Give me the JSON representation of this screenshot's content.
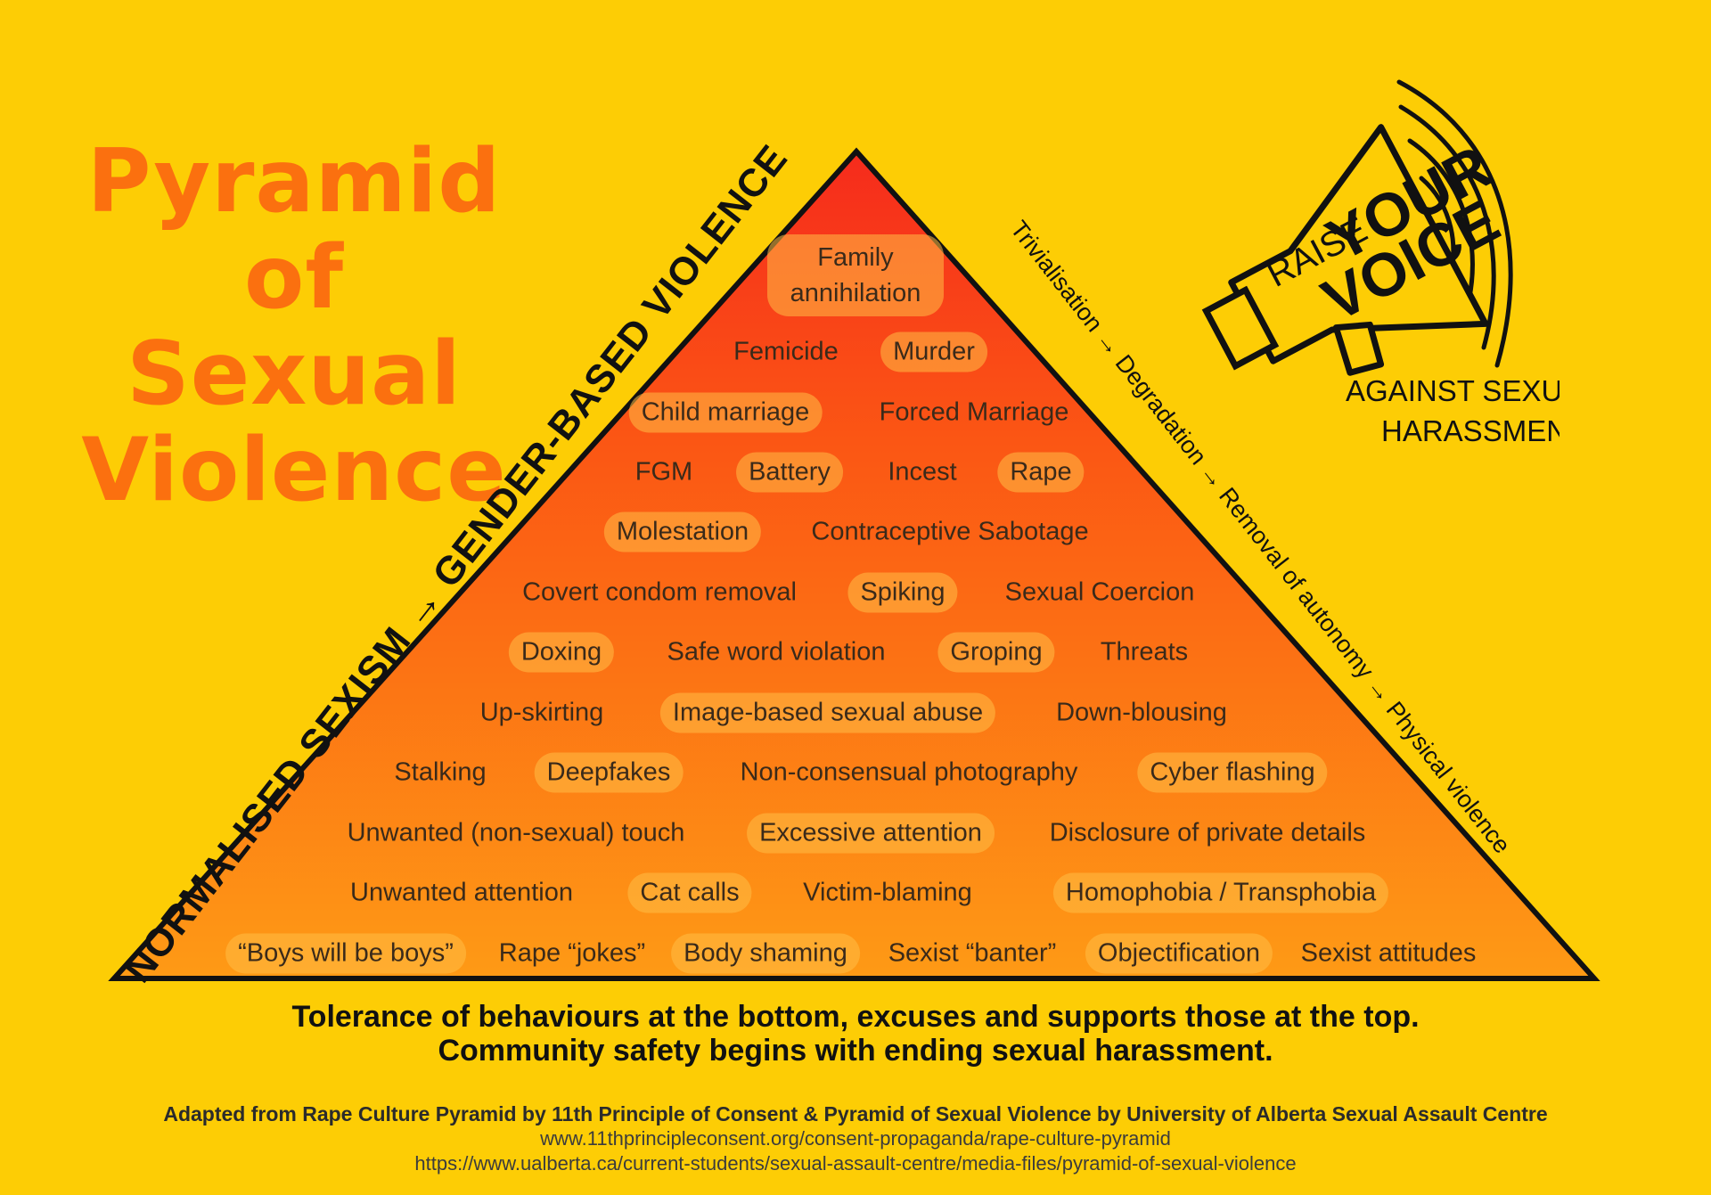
{
  "title": {
    "line1": "Pyramid",
    "line2": "of Sexual",
    "line3": "Violence"
  },
  "left_side_label": "NORMALISED SEXISM → GENDER-BASED VIOLENCE",
  "right_side_label": "Trivialisation → Degradation → Removal of autonomy → Physical violence",
  "pyramid_rows": [
    {
      "row": 1,
      "items": [
        {
          "text": "Family annihilation",
          "highlight": true
        }
      ]
    },
    {
      "row": 2,
      "items": [
        {
          "text": "Femicide",
          "highlight": false
        },
        {
          "text": "Murder",
          "highlight": true
        }
      ]
    },
    {
      "row": 3,
      "items": [
        {
          "text": "Child marriage",
          "highlight": true
        },
        {
          "text": "Forced Marriage",
          "highlight": false
        }
      ]
    },
    {
      "row": 4,
      "items": [
        {
          "text": "FGM",
          "highlight": false
        },
        {
          "text": "Battery",
          "highlight": true
        },
        {
          "text": "Incest",
          "highlight": false
        },
        {
          "text": "Rape",
          "highlight": true
        }
      ]
    },
    {
      "row": 5,
      "items": [
        {
          "text": "Molestation",
          "highlight": true
        },
        {
          "text": "Contraceptive Sabotage",
          "highlight": false
        }
      ]
    },
    {
      "row": 6,
      "items": [
        {
          "text": "Covert condom removal",
          "highlight": false
        },
        {
          "text": "Spiking",
          "highlight": true
        },
        {
          "text": "Sexual Coercion",
          "highlight": false
        }
      ]
    },
    {
      "row": 7,
      "items": [
        {
          "text": "Doxing",
          "highlight": true
        },
        {
          "text": "Safe word violation",
          "highlight": false
        },
        {
          "text": "Groping",
          "highlight": true
        },
        {
          "text": "Threats",
          "highlight": false
        }
      ]
    },
    {
      "row": 8,
      "items": [
        {
          "text": "Up-skirting",
          "highlight": false
        },
        {
          "text": "Image-based sexual abuse",
          "highlight": true
        },
        {
          "text": "Down-blousing",
          "highlight": false
        }
      ]
    },
    {
      "row": 9,
      "items": [
        {
          "text": "Stalking",
          "highlight": false
        },
        {
          "text": "Deepfakes",
          "highlight": true
        },
        {
          "text": "Non-consensual photography",
          "highlight": false
        },
        {
          "text": "Cyber flashing",
          "highlight": true
        }
      ]
    },
    {
      "row": 10,
      "items": [
        {
          "text": "Unwanted (non-sexual) touch",
          "highlight": false
        },
        {
          "text": "Excessive attention",
          "highlight": true
        },
        {
          "text": "Disclosure of private details",
          "highlight": false
        }
      ]
    },
    {
      "row": 11,
      "items": [
        {
          "text": "Unwanted attention",
          "highlight": false
        },
        {
          "text": "Cat calls",
          "highlight": true
        },
        {
          "text": "Victim-blaming",
          "highlight": false
        },
        {
          "text": "Homophobia / Transphobia",
          "highlight": true
        }
      ]
    },
    {
      "row": 12,
      "items": [
        {
          "text": "“Boys will be boys”",
          "highlight": true
        },
        {
          "text": "Rape “jokes”",
          "highlight": false
        },
        {
          "text": "Body shaming",
          "highlight": true
        },
        {
          "text": "Sexist “banter”",
          "highlight": false
        },
        {
          "text": "Objectification",
          "highlight": true
        },
        {
          "text": "Sexist attitudes",
          "highlight": false
        }
      ]
    }
  ],
  "tagline": {
    "line1": "Tolerance of behaviours at the bottom, excuses and supports those at the top.",
    "line2": "Community safety begins with ending sexual harassment."
  },
  "credits": {
    "source": "Adapted from Rape Culture Pyramid by 11th Principle of Consent & Pyramid of Sexual Violence by University of Alberta Sexual Assault Centre",
    "url1": "www.11thprincipleconsent.org/consent-propaganda/rape-culture-pyramid",
    "url2": "https://www.ualberta.ca/current-students/sexual-assault-centre/media-files/pyramid-of-sexual-violence"
  },
  "logo": {
    "word1": "RAISE",
    "word2": "YOUR",
    "word3": "VOICE",
    "sub1": "AGAINST SEXUAL",
    "sub2": "HARASSMENT"
  },
  "colors": {
    "background": "#fdcd05",
    "title": "#fb700f",
    "pyramid_top": "#f62b1c",
    "pyramid_bottom": "#fe9614",
    "outline": "#111111"
  }
}
